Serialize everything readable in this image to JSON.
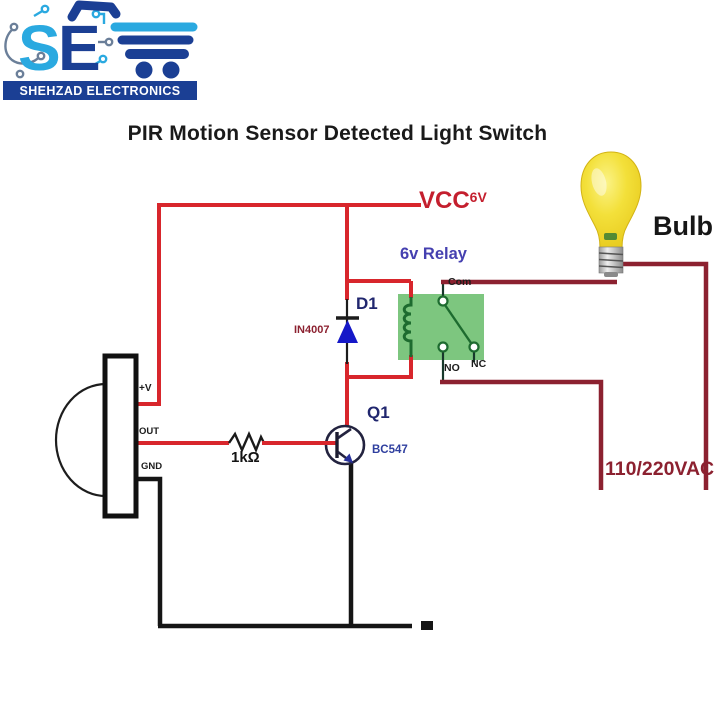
{
  "brand": {
    "letter_s": "S",
    "letter_e": "E",
    "banner": "SHEHZAD ELECTRONICS"
  },
  "title": "PIR Motion Sensor Detected Light Switch",
  "power": {
    "vcc": "VCC",
    "voltage": "6V"
  },
  "relay": {
    "label": "6v Relay",
    "pin_com": "Com",
    "pin_no": "NO",
    "pin_nc": "NC"
  },
  "diode": {
    "ref": "D1",
    "part": "IN4007"
  },
  "transistor": {
    "ref": "Q1",
    "part": "BC547"
  },
  "resistor": {
    "value": "1kΩ"
  },
  "pir": {
    "pin_v": "+V",
    "pin_out": "OUT",
    "pin_gnd": "GND"
  },
  "load": {
    "bulb": "Bulb",
    "ac": "110/220VAC"
  },
  "colors": {
    "wire_positive": "#d8262c",
    "wire_ac": "#8c2130",
    "wire_ground": "#151515",
    "relay_body": "#7dc67f",
    "relay_coil": "#1d6b2f",
    "diode_body": "#1518c8",
    "bulb_yellow": "#f0d829",
    "brand_light_blue": "#2aa9e0",
    "brand_navy": "#1b3f94"
  }
}
